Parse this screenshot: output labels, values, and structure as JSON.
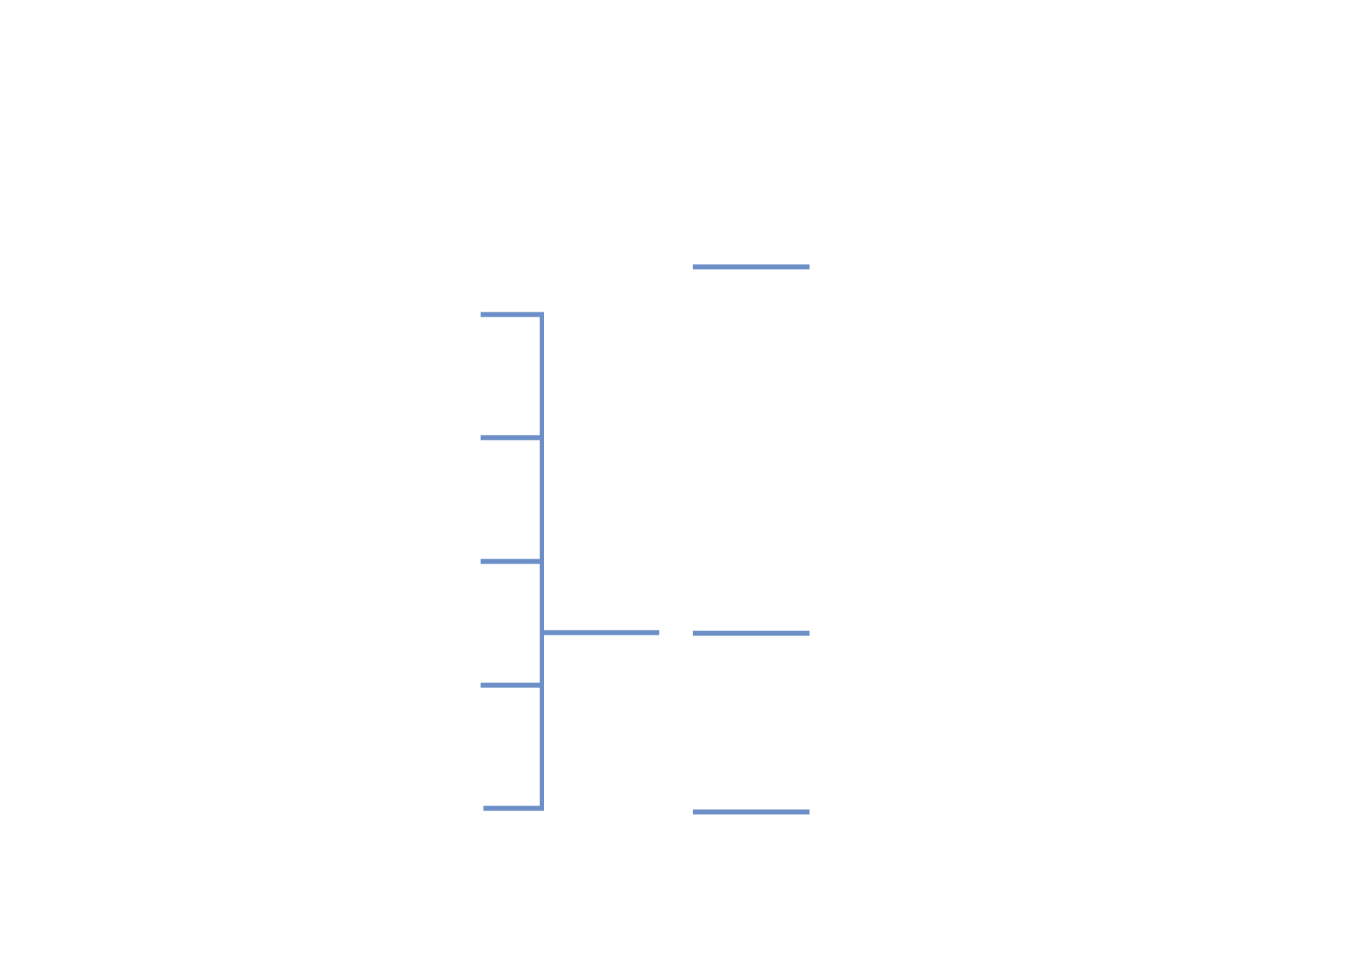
{
  "diagram": {
    "type": "bracket-connector-diagram",
    "line_color": "#6c8fc7",
    "background": "#ffffff",
    "left_bracket": {
      "branch_count": 5
    },
    "right_column": {
      "line_count": 3
    }
  }
}
